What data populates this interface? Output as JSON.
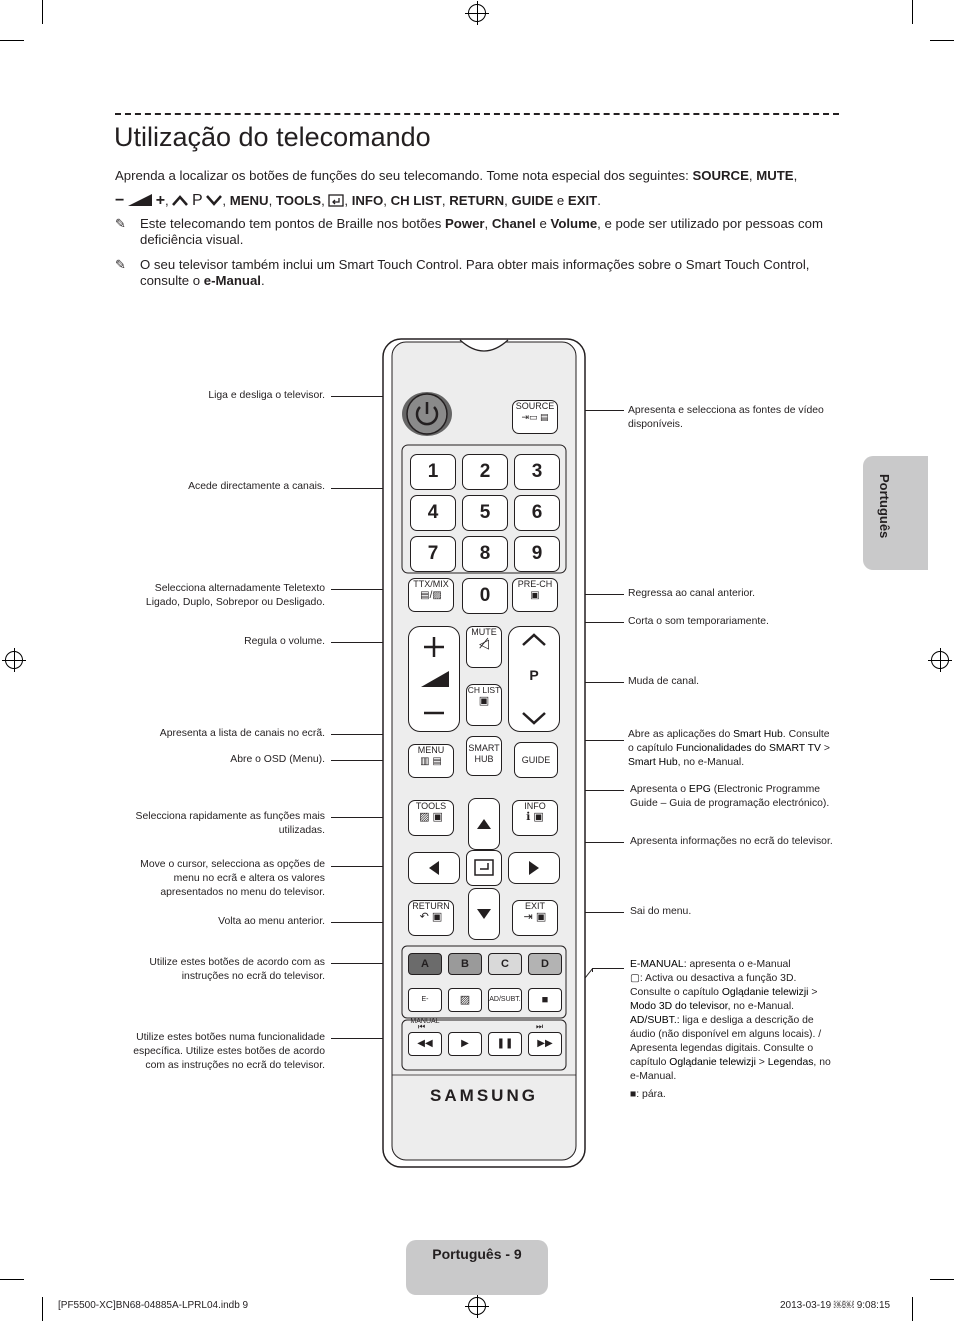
{
  "title": "Utilização do telecomando",
  "intro": {
    "line1_a": "Aprenda a localizar os botões de funções do seu telecomando. Tome nota especial dos seguintes: ",
    "line1_b": "SOURCE",
    "line1_c": ", ",
    "line1_d": "MUTE",
    "line1_e": ",",
    "line2_a": "−",
    "line2_b": "+",
    "line2_c": ",",
    "line2_d": "P",
    "line2_e": ", ",
    "line2_f": "MENU",
    "line2_g": ", ",
    "line2_h": "TOOLS",
    "line2_i": ", ",
    "line2_j": ", ",
    "line2_k": "INFO",
    "line2_l": ", ",
    "line2_m": "CH LIST",
    "line2_n": ", ",
    "line2_o": "RETURN",
    "line2_p": ", ",
    "line2_q": "GUIDE",
    "line2_r": " e ",
    "line2_s": "EXIT",
    "line2_t": "."
  },
  "notes": [
    {
      "pen": "✎",
      "a": "Este telecomando tem pontos de Braille nos botões ",
      "b": "Power",
      "c": ", ",
      "d": "Chanel",
      "e": " e ",
      "f": "Volume",
      "g": ", e pode ser utilizado por pessoas com deficiência visual."
    },
    {
      "pen": "✎",
      "a": "O seu televisor também inclui um Smart Touch Control. Para obter mais informações sobre o Smart Touch Control, consulte o ",
      "b": "e-Manual",
      "c": "."
    }
  ],
  "side_tab": "Português",
  "left_labels": {
    "power": "Liga e desliga o televisor.",
    "channels": "Acede directamente a canais.",
    "ttx": "Selecciona alternadamente Teletexto Ligado, Duplo, Sobrepor ou Desligado.",
    "volume": "Regula o volume.",
    "chlist": "Apresenta a lista de canais no ecrã.",
    "menu": "Abre o OSD (Menu).",
    "tools": "Selecciona rapidamente as funções mais utilizadas.",
    "cursor": "Move o cursor, selecciona as opções de menu no ecrã e altera os valores apresentados no menu do televisor.",
    "return": "Volta ao menu anterior.",
    "color": "Utilize estes botões de acordo com as instruções no ecrã do televisor.",
    "func": "Utilize estes botões numa funcionalidade específica. Utilize estes botões de acordo com as instruções no ecrã do televisor."
  },
  "right_labels": {
    "source": "Apresenta e selecciona as fontes de vídeo disponíveis.",
    "prech": "Regressa ao canal anterior.",
    "mute": "Corta o som temporariamente.",
    "channel": "Muda de canal.",
    "smart_a": "Abre as aplicações do ",
    "smart_b": "Smart Hub",
    "smart_c": ". Consulte o capítulo ",
    "smart_d": "Funcionalidades do SMART TV",
    "smart_e": " > ",
    "smart_f": "Smart Hub",
    "smart_g": ", no e-Manual.",
    "guide_a": "Apresenta o ",
    "guide_b": "EPG",
    "guide_c": " (Electronic Programme Guide – Guia de programação electrónico).",
    "info": "Apresenta informações no ecrã do televisor.",
    "exit": "Sai do menu.",
    "em_a": "E-MANUAL:",
    "em_b": " apresenta o e-Manual",
    "d3_a": ": Activa ou desactiva a função 3D. Consulte o capítulo ",
    "d3_b": "Oglądanie telewizji",
    "d3_c": " > ",
    "d3_d": "Modo 3D do televisor",
    "d3_e": ", no e-Manual.",
    "ad_a": "AD/SUBT.:",
    "ad_b": " liga e desliga a descrição de áudio (não disponível em alguns locais). / Apresenta legendas digitais. Consulte o capítulo ",
    "ad_c": "Oglądanie telewizji",
    "ad_d": " > ",
    "ad_e": "Legendas",
    "ad_f": ", no e-Manual.",
    "stop": ": pára."
  },
  "remote": {
    "source": "SOURCE",
    "digits": [
      "1",
      "2",
      "3",
      "4",
      "5",
      "6",
      "7",
      "8",
      "9",
      "0"
    ],
    "ttx": "TTX/MIX",
    "prech": "PRE-CH",
    "mute": "MUTE",
    "chlist": "CH LIST",
    "p": "P",
    "menu": "MENU",
    "smart": "SMART",
    "hub": "HUB",
    "guide": "GUIDE",
    "tools": "TOOLS",
    "info": "INFO",
    "return": "RETURN",
    "exit": "EXIT",
    "colors": [
      "A",
      "B",
      "C",
      "D"
    ],
    "emanual": "E-MANUAL",
    "adsubt": "AD/SUBT.",
    "brand": "SAMSUNG"
  },
  "footer": "Português - 9",
  "slug_left": "[PF5500-XC]BN68-04885A-LPRL04.indb   9",
  "slug_right": "2013-03-19   ￼￼ 9:08:15",
  "colors": {
    "tab": "#c9c9ca",
    "remote_body": "#ededed",
    "color_a": "#6b6b6b",
    "color_b": "#9a9a9a",
    "color_c": "#d9d9d9",
    "color_d": "#b3b3b3"
  }
}
